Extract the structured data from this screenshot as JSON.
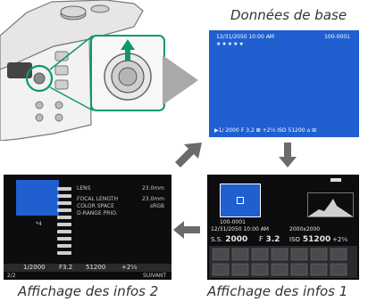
{
  "captions": {
    "basic": "Données de base",
    "info1": "Affichage des infos 1",
    "info2": "Affichage des infos 2"
  },
  "basic_screen": {
    "datetime": "12/31/2050 10:00 AM",
    "frame": "100-0001",
    "stars": "★★★★★",
    "bottom": "▶1/ 2000  ₣ 3.2  ⊠ +2⅓  ISO 51200  ⌂ ⊞"
  },
  "info1_screen": {
    "frame": "100-0001",
    "datetime": "12/31/2050 10:00 AM",
    "size": "2000x2000",
    "shutter_label": "S.S.",
    "shutter": "2000",
    "aperture_label": "F",
    "aperture": "3.2",
    "iso_label": "ISO",
    "iso": "51200",
    "ev": "+2⅓"
  },
  "info2_screen": {
    "star_mark": "*4",
    "lens_label": "LENS",
    "focal_label": "FOCAL LENGTH",
    "color_label": "COLOR SPACE",
    "dr_label": "D-RANGE PRIO.",
    "lens_value": "23.0mm",
    "focal_value": "23.0mm",
    "color_value": "sRGB",
    "bottom_shutter": "1/2000",
    "bottom_aperture": "F3.2",
    "bottom_iso": "51200",
    "bottom_ev": "+2⅓",
    "page": "2/2",
    "next": "SUIVANT"
  },
  "colors": {
    "camera_button_ring": "#0a9a6a",
    "arrow": "#6b6b6b",
    "blue_screen": "#1f5fd0"
  }
}
